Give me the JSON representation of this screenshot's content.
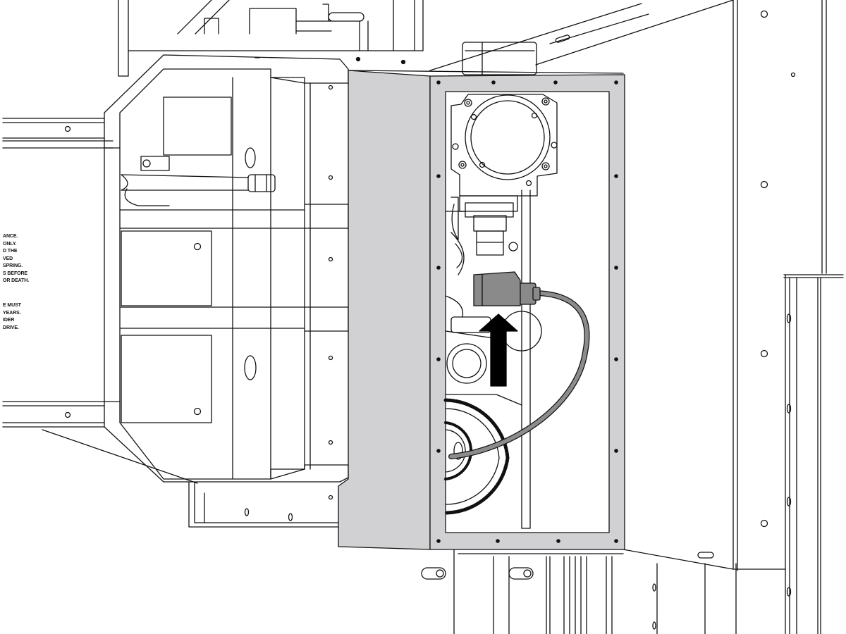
{
  "warning_label": {
    "paragraph_1": [
      "ANCE.",
      "ONLY.",
      "D THE",
      "VED",
      "SPRING.",
      "S BEFORE",
      "OR DEATH."
    ],
    "paragraph_2": [
      "E MUST",
      "YEARS.",
      "IDER",
      "DRIVE."
    ]
  },
  "colors": {
    "line": "#111111",
    "panel_face": "#d1d1d3",
    "cable": "#8c8c8c",
    "connector": "#8a8a8a",
    "arrow": "#000000",
    "background": "#ffffff"
  },
  "icons": {
    "arrow": "up-arrow-icon"
  }
}
